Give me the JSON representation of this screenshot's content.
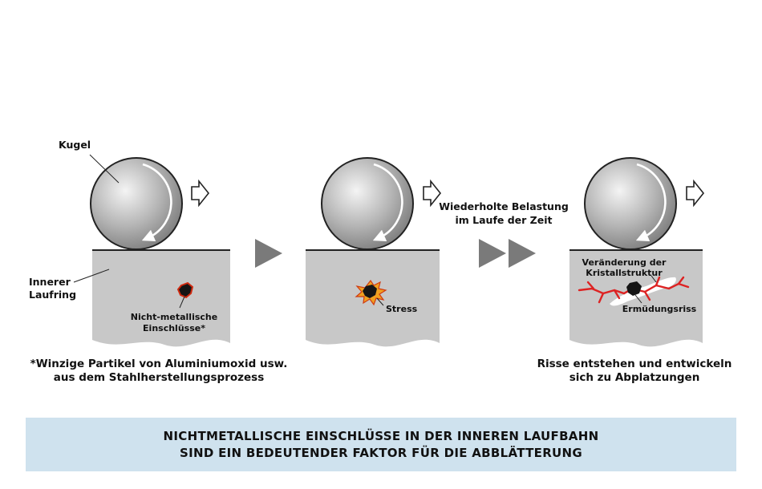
{
  "labels": {
    "kugel": "Kugel",
    "innerer_line1": "Innerer",
    "innerer_line2": "Laufring",
    "inclusion_line1": "Nicht-metallische",
    "inclusion_line2": "Einschlüsse*",
    "stress": "Stress",
    "repeated_line1": "Wiederholte Belastung",
    "repeated_line2": "im Laufe der Zeit",
    "crystal_line1": "Veränderung der",
    "crystal_line2": "Kristallstruktur",
    "fatigue": "Ermüdungsriss"
  },
  "captions": {
    "footnote_line1": "*Winzige Partikel von Aluminiumoxid usw.",
    "footnote_line2": "aus dem Stahlherstellungsprozess",
    "result_line1": "Risse entstehen und entwickeln",
    "result_line2": "sich zu Abplatzungen"
  },
  "banner": {
    "line1": "NICHTMETALLISCHE EINSCHLÜSSE IN DER INNEREN LAUFBAHN",
    "line2": "SIND EIN BEDEUTENDER FAKTOR FÜR DIE ABBLÄTTERUNG"
  },
  "colors": {
    "steel": "#c8c8c8",
    "arrow": "#7a7a7a",
    "crack": "#dd2222",
    "stress_burst": "#f0a020",
    "banner_bg": "#cfe2ee"
  }
}
